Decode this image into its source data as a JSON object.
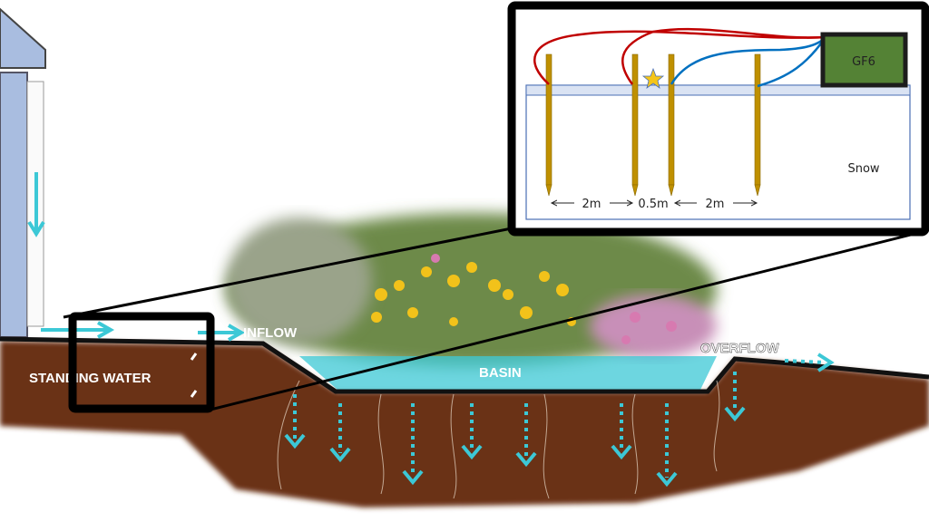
{
  "diagram": {
    "labels": {
      "inflow": "INFLOW",
      "standing_water": "STANDING WATER",
      "basin": "BASIN",
      "overflow": "OVERFLOW"
    },
    "inset": {
      "device": "GF6",
      "medium": "Snow",
      "spacing": [
        "2m",
        "0.5m",
        "2m"
      ]
    },
    "colors": {
      "water": "#3cc8d6",
      "soil": "#6b3218",
      "stake": "#c09000",
      "device": "#548235",
      "current_wire": "#c00000",
      "potential_wire": "#0070c0"
    }
  }
}
